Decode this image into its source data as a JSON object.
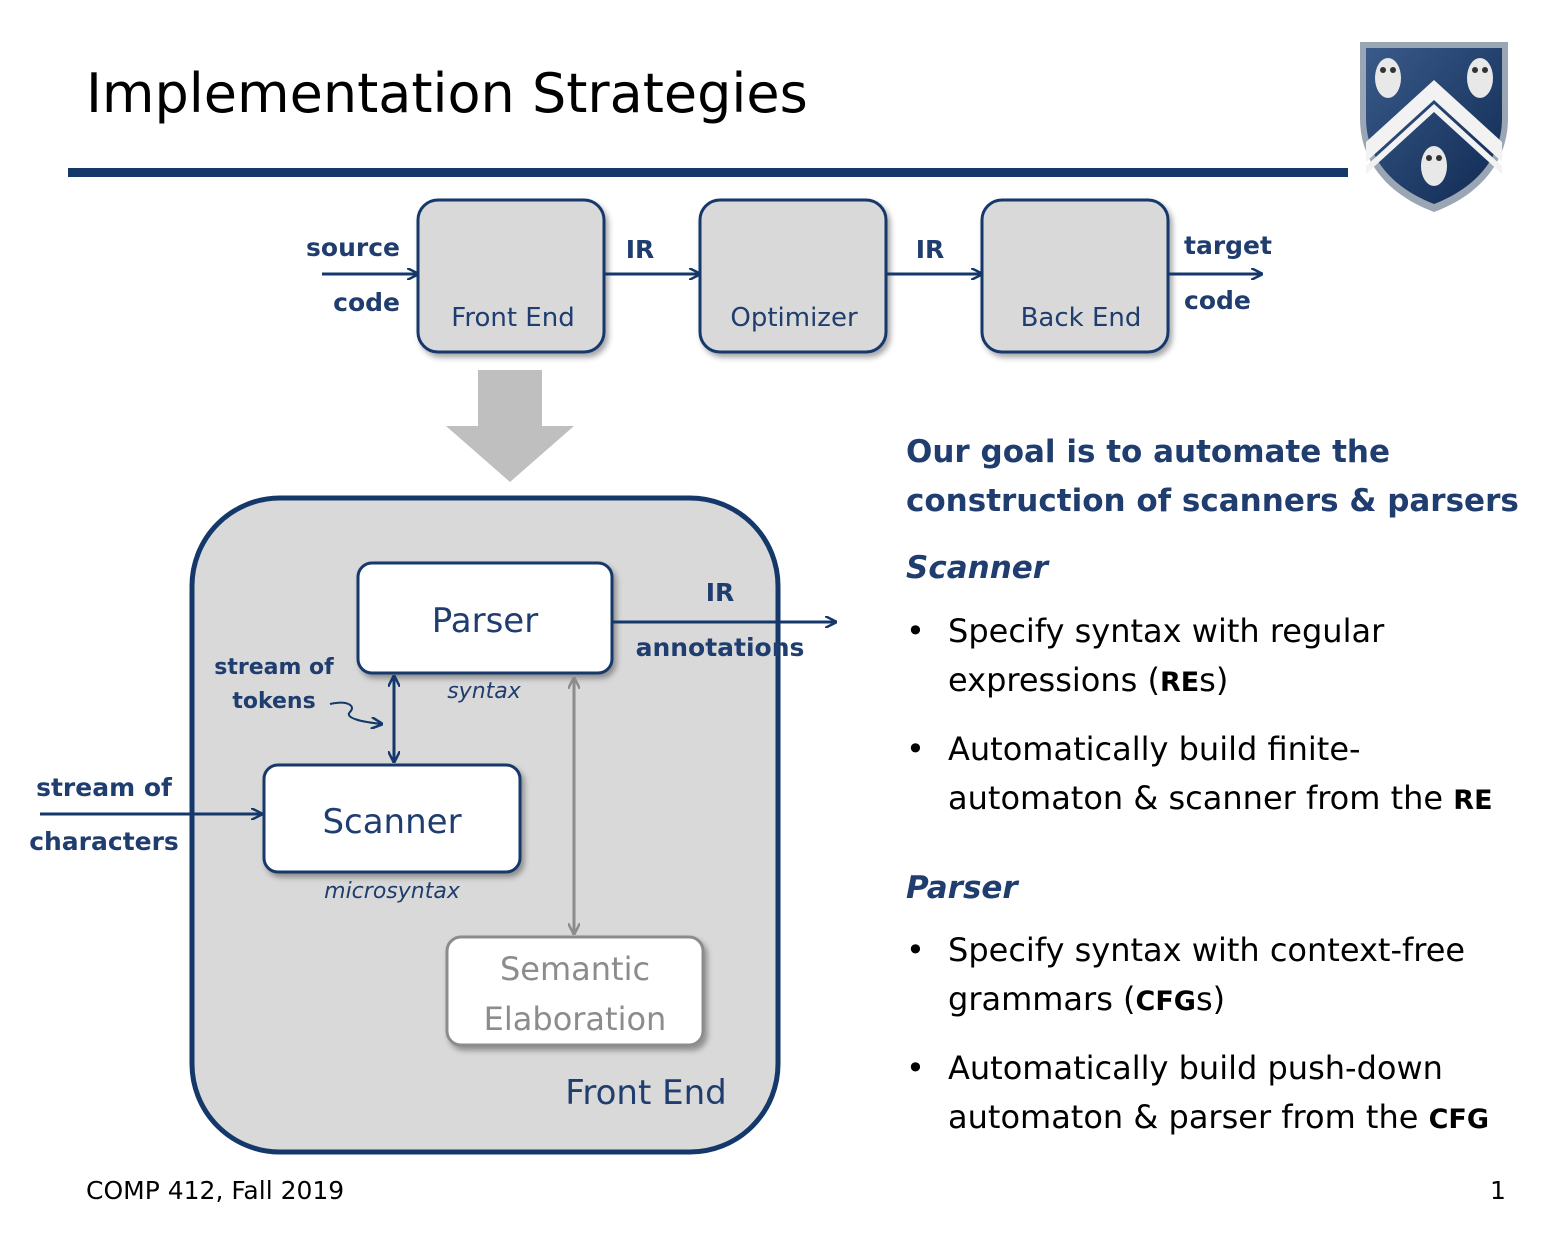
{
  "slide": {
    "title": "Implementation Strategies",
    "footer_left": "COMP 412, Fall 2019",
    "page_number": "1"
  },
  "pipeline": {
    "input_line1": "source",
    "input_line2": "code",
    "stages": [
      "Front End",
      "Optimizer",
      "Back End"
    ],
    "ir_label_1": "IR",
    "ir_label_2": "IR",
    "output_line1": "target",
    "output_line2": "code"
  },
  "front_end_detail": {
    "container_label": "Front End",
    "parser": {
      "label": "Parser",
      "caption": "syntax"
    },
    "scanner": {
      "label": "Scanner",
      "caption": "microsyntax"
    },
    "semantic": {
      "line1": "Semantic",
      "line2": "Elaboration"
    },
    "tokens_line1": "stream of",
    "tokens_line2": "tokens",
    "chars_line1": "stream of",
    "chars_line2": "characters",
    "output_line1": "IR",
    "output_line2": "annotations"
  },
  "goal": {
    "line1": "Our goal is to automate the",
    "line2": "construction of scanners & parsers"
  },
  "scanner_section": {
    "heading": "Scanner",
    "bullet1_a": "Specify syntax with regular",
    "bullet1_b": "expressions (",
    "bullet1_bold": "RE",
    "bullet1_c": "s)",
    "bullet2_a": "Automatically build finite-",
    "bullet2_b": "automaton & scanner from the ",
    "bullet2_bold": "RE"
  },
  "parser_section": {
    "heading": "Parser",
    "bullet1_a": "Specify syntax with context-free",
    "bullet1_b": "grammars (",
    "bullet1_bold": "CFG",
    "bullet1_c": "s)",
    "bullet2_a": "Automatically build push-down",
    "bullet2_b": "automaton & parser from the ",
    "bullet2_bold": "CFG"
  },
  "bullet_glyph": "•",
  "colors": {
    "navy": "#15386b",
    "label_blue": "#1f3d6e",
    "box_fill": "#d9d9d9",
    "gray_arrow": "#8c8c8c"
  }
}
